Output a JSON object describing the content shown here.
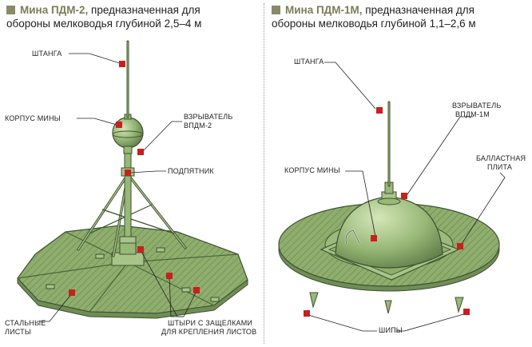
{
  "left": {
    "title_name": "Мина ПДМ-2,",
    "title_rest": "предназначенная для",
    "title_line2": "обороны мелководья глубиной 2,5–4 м",
    "labels": {
      "rod": "ШТАНГА",
      "body": "КОРПУС МИНЫ",
      "fuse_1": "ВЗРЫВАТЕЛЬ",
      "fuse_2": "ВПДМ-2",
      "bearing": "ПОДПЯТНИК",
      "sheets_1": "СТАЛЬНЫЕ",
      "sheets_2": "ЛИСТЫ",
      "pins_1": "ШТЫРИ С ЗАЩЕЛКАМИ",
      "pins_2": "ДЛЯ КРЕПЛЕНИЯ ЛИСТОВ"
    }
  },
  "right": {
    "title_name": "Мина ПДМ-1М,",
    "title_rest": "предназначенная для",
    "title_line2": "обороны мелководья глубиной 1,1–2,6 м",
    "labels": {
      "rod": "ШТАНГА",
      "fuse_1": "ВЗРЫВАТЕЛЬ",
      "fuse_2": "ВПДМ-1М",
      "body": "КОРПУС МИНЫ",
      "ballast_1": "БАЛЛАСТНАЯ",
      "ballast_2": "ПЛИТА",
      "spikes": "ШИПЫ"
    }
  },
  "colors": {
    "mine_green": "#8fae6e",
    "mine_green_dark": "#5f7d47",
    "mine_green_light": "#b9d19a",
    "marker_red": "#c8201e",
    "accent_olive": "#8a8a6a"
  }
}
